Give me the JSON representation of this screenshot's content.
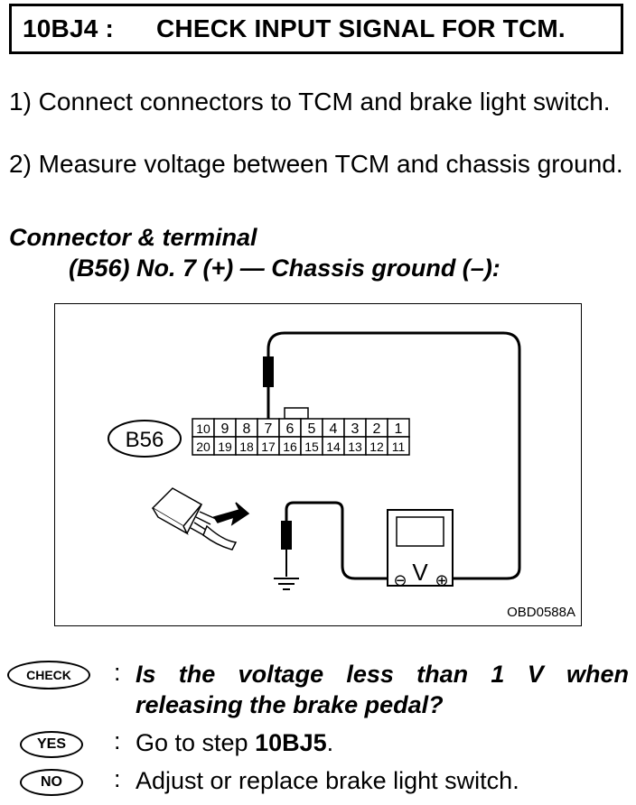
{
  "header": {
    "code": "10BJ4 :",
    "title": "CHECK INPUT SIGNAL FOR TCM."
  },
  "steps": [
    "1) Connect connectors to TCM and brake light switch.",
    "2) Measure voltage between TCM and chassis ground."
  ],
  "connector": {
    "heading": "Connector & terminal",
    "spec": "(B56) No. 7 (+) — Chassis ground (–):"
  },
  "figure": {
    "connector_label": "B56",
    "top_row": [
      "10",
      "9",
      "8",
      "7",
      "6",
      "5",
      "4",
      "3",
      "2",
      "1"
    ],
    "bottom_row": [
      "20",
      "19",
      "18",
      "17",
      "16",
      "15",
      "14",
      "13",
      "12",
      "11"
    ],
    "meter_label": "V",
    "negative_symbol": "⊖",
    "positive_symbol": "⊕",
    "code": "OBD0588A"
  },
  "check": {
    "badge": "CHECK",
    "question": "Is the voltage less than 1 V when releasing the brake pedal?"
  },
  "yes": {
    "badge": "YES",
    "prefix": "Go to step ",
    "step": "10BJ5",
    "suffix": "."
  },
  "no": {
    "badge": "NO",
    "answer": "Adjust or replace brake light switch."
  },
  "colon": ":"
}
